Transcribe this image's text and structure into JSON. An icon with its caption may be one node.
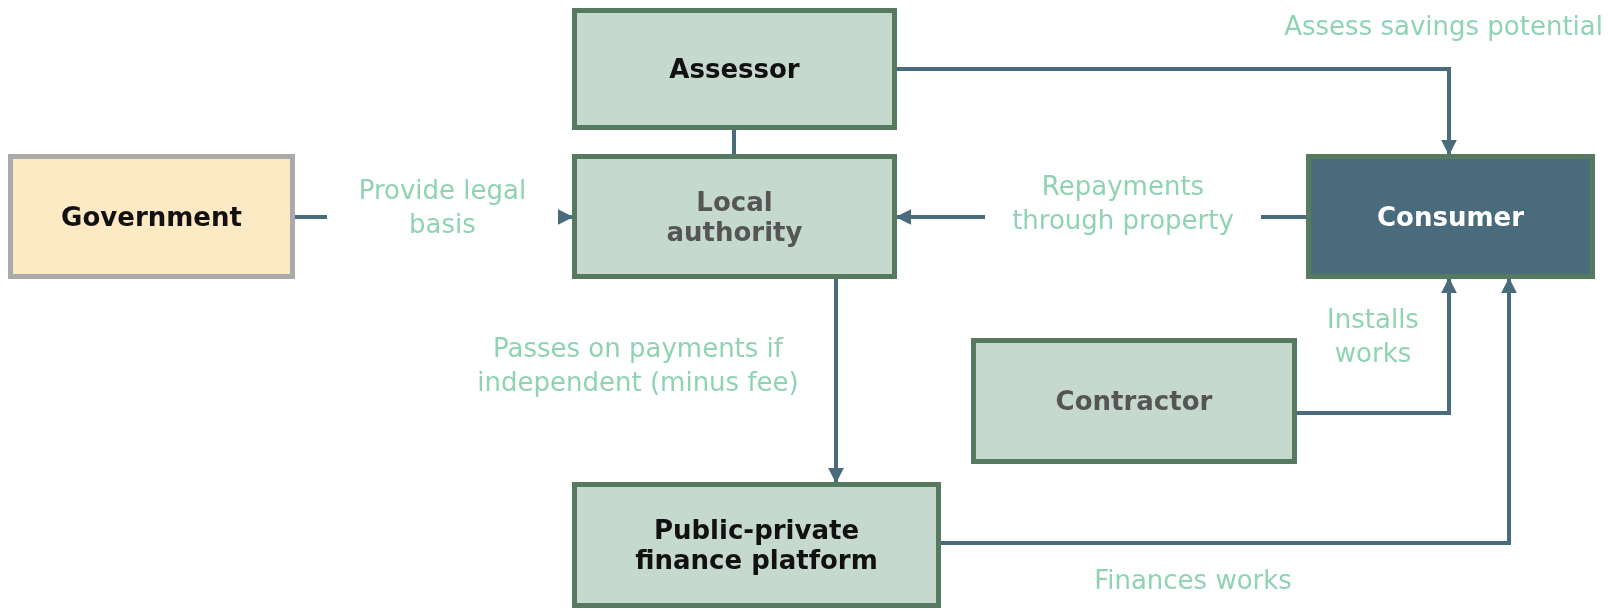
{
  "diagram": {
    "nodes": [
      {
        "text": [
          "Assessor"
        ]
      },
      {
        "text": [
          "Local authority"
        ]
      },
      {
        "text": [
          "Government"
        ]
      },
      {
        "text": [
          "Consumer"
        ]
      },
      {
        "text": [
          "Contractor"
        ]
      },
      {
        "text": [
          "Public-private finance platform"
        ]
      }
    ],
    "edges": [
      {
        "from": 0,
        "to": 1,
        "arrow": "none"
      },
      {
        "from": 2,
        "to": 1,
        "arrow": "to",
        "label": "Provide legal basis"
      },
      {
        "from": 0,
        "to": 3,
        "arrow": "to",
        "label": "Assess savings potential"
      },
      {
        "from": 3,
        "to": 1,
        "arrow": "to",
        "label": "Repayments through property"
      },
      {
        "from": 1,
        "to": 5,
        "arrow": "to",
        "label": "Passes on payments if independent (minus fee)"
      },
      {
        "from": 4,
        "to": 3,
        "arrow": "to",
        "label": "Installs works"
      },
      {
        "from": 5,
        "to": 3,
        "arrow": "to",
        "label": "Finances works"
      }
    ]
  }
}
